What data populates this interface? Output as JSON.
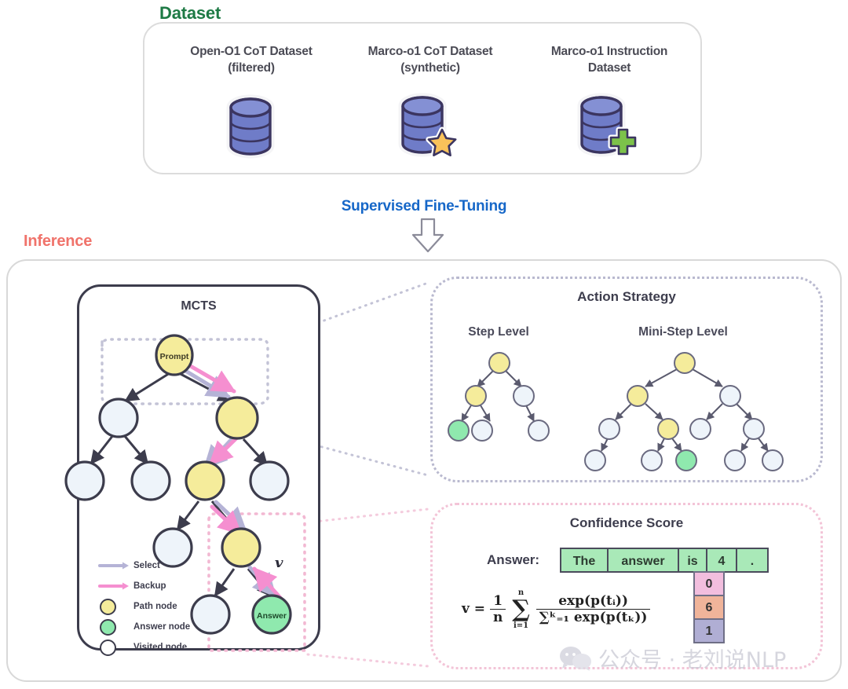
{
  "sections": {
    "dataset_label": "Dataset",
    "inference_label": "Inference",
    "sft_label": "Supervised Fine-Tuning"
  },
  "colors": {
    "dataset_green": "#1e7a45",
    "inference_red": "#f0736b",
    "sft_blue": "#1667c8",
    "node_path_yellow": "#f5ec9b",
    "node_answer_green": "#8fe9ae",
    "node_visited_white": "#eef4fa",
    "node_stroke": "#3c3c4c",
    "select_arrow": "#b5b3d6",
    "backup_arrow": "#f58fd0",
    "cylinder_blue": "#6f7cc8",
    "cylinder_top": "#8490d4",
    "star_gold": "#f9c25a",
    "plus_green": "#7cc24a",
    "token_green": "#a9e9b8",
    "alt_pink": "#f2bede",
    "alt_orange": "#f0b49a",
    "alt_purple": "#b0aed4",
    "action_dotted": "#b9b9cf",
    "confidence_dotted": "#f3c4d7"
  },
  "dataset": {
    "items": [
      {
        "title_line1": "Open-O1 CoT Dataset",
        "title_line2": "(filtered)",
        "icon": "database-icon"
      },
      {
        "title_line1": "Marco-o1 CoT Dataset",
        "title_line2": "(synthetic)",
        "icon": "database-star-icon"
      },
      {
        "title_line1": "Marco-o1 Instruction",
        "title_line2": "Dataset",
        "icon": "database-plus-icon"
      }
    ]
  },
  "mcts": {
    "title": "MCTS",
    "prompt_node_label": "Prompt",
    "answer_node_label": "Answer",
    "value_symbol": "v",
    "legend": [
      {
        "key": "select-arrow",
        "label": "Select"
      },
      {
        "key": "backup-arrow",
        "label": "Backup"
      },
      {
        "key": "path-node",
        "label": "Path node"
      },
      {
        "key": "answer-node",
        "label": "Answer node"
      },
      {
        "key": "visited-node",
        "label": "Visited node"
      }
    ]
  },
  "action_strategy": {
    "heading": "Action Strategy",
    "step_level": "Step Level",
    "mini_step_level": "Mini-Step Level"
  },
  "confidence": {
    "heading": "Confidence Score",
    "answer_label": "Answer:",
    "tokens": [
      {
        "text": "The",
        "width": 62
      },
      {
        "text": "answer",
        "width": 92
      },
      {
        "text": "is",
        "width": 38
      },
      {
        "text": "4",
        "width": 40
      },
      {
        "text": ".",
        "width": 42
      }
    ],
    "alternatives": [
      {
        "text": "0",
        "color": "#f2bede"
      },
      {
        "text": "6",
        "color": "#f0b49a"
      },
      {
        "text": "1",
        "color": "#b0aed4"
      }
    ],
    "formula": {
      "lhs": "v =",
      "coefficient_num": "1",
      "coefficient_den": "n",
      "sum_upper": "n",
      "sum_lower": "i=1",
      "numerator": "exp(p(tᵢ))",
      "denominator": "∑ᵏ₌₁ exp(p(tₖ))",
      "plain": "v = (1/n) ∑(i=1..n) exp(p(t_i)) / ∑(k=1..K) exp(p(t_k))"
    }
  },
  "watermark": {
    "text": "公众号 · 老刘说NLP"
  }
}
